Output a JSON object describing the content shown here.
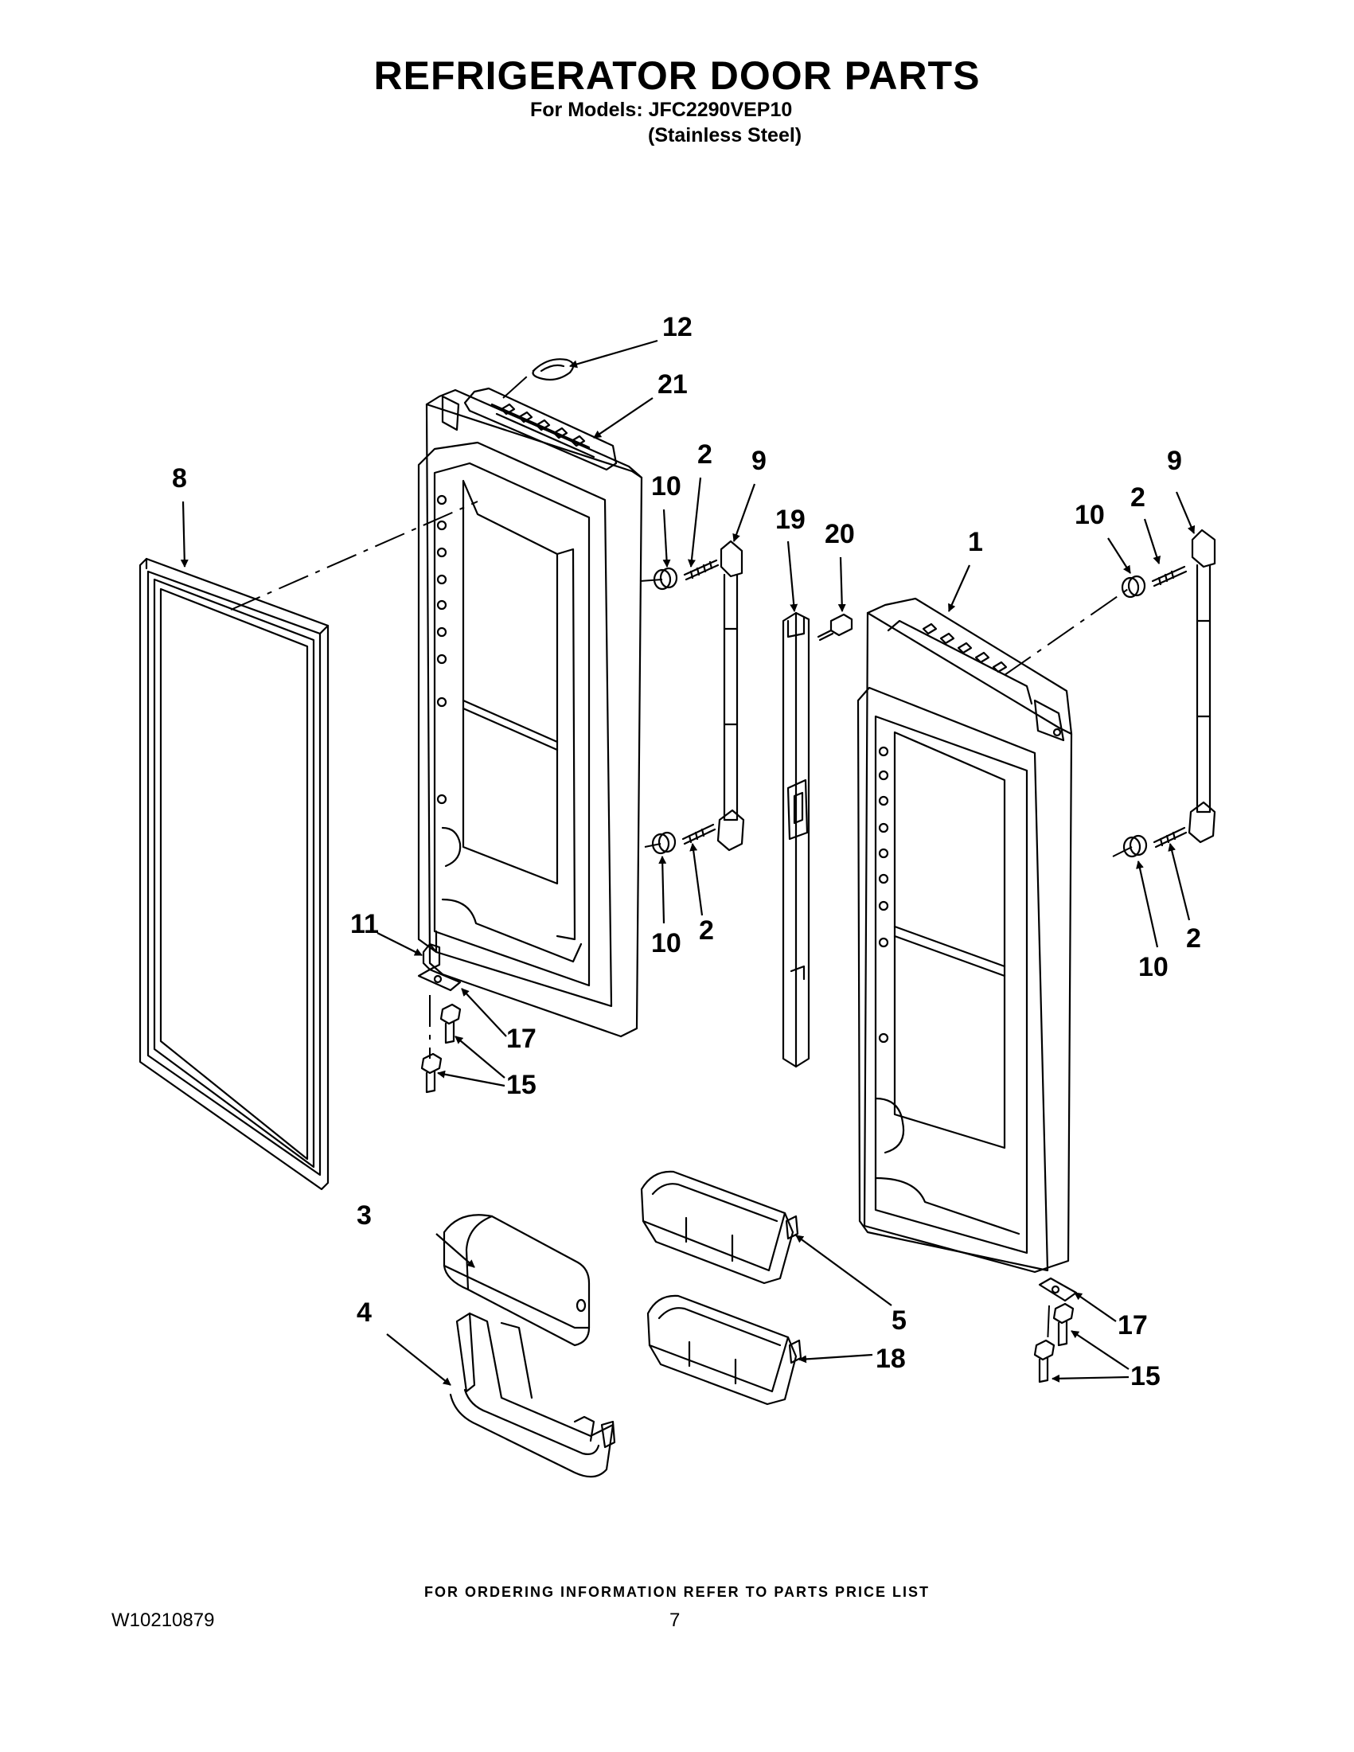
{
  "header": {
    "title": "REFRIGERATOR DOOR PARTS",
    "models_line": "For Models: JFC2290VEP10",
    "finish_line": "(Stainless Steel)"
  },
  "footer": {
    "ordering_note": "FOR ORDERING INFORMATION REFER TO PARTS PRICE LIST",
    "document_number": "W10210879",
    "page_number": "7"
  },
  "callouts": {
    "c12": "12",
    "c21": "21",
    "c8": "8",
    "c10a": "10",
    "c2a": "2",
    "c9a": "9",
    "c19": "19",
    "c20": "20",
    "c1": "1",
    "c10b": "10",
    "c2b": "2",
    "c9b": "9",
    "c11": "11",
    "c17a": "17",
    "c15a": "15",
    "c10c": "10",
    "c2c": "2",
    "c10d": "10",
    "c2d": "2",
    "c3": "3",
    "c4": "4",
    "c5": "5",
    "c18": "18",
    "c17b": "17",
    "c15b": "15"
  }
}
